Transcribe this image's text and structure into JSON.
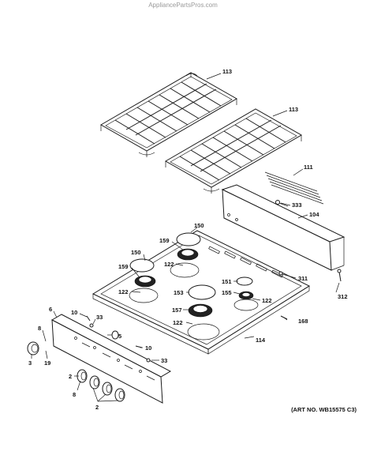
{
  "header": {
    "watermark": "AppliancePartsPros.com"
  },
  "footer": {
    "art_number": "(ART NO. WB15575 C3)"
  },
  "callouts": [
    {
      "id": "c113a",
      "label": "113"
    },
    {
      "id": "c113b",
      "label": "113"
    },
    {
      "id": "c111",
      "label": "111"
    },
    {
      "id": "c333",
      "label": "333"
    },
    {
      "id": "c104",
      "label": "104"
    },
    {
      "id": "c150a",
      "label": "150"
    },
    {
      "id": "c159a",
      "label": "159"
    },
    {
      "id": "c150b",
      "label": "150"
    },
    {
      "id": "c122a",
      "label": "122"
    },
    {
      "id": "c159b",
      "label": "159"
    },
    {
      "id": "c311",
      "label": "311"
    },
    {
      "id": "c151",
      "label": "151"
    },
    {
      "id": "c312",
      "label": "312"
    },
    {
      "id": "c122b",
      "label": "122"
    },
    {
      "id": "c153",
      "label": "153"
    },
    {
      "id": "c155",
      "label": "155"
    },
    {
      "id": "c122c",
      "label": "122"
    },
    {
      "id": "c6",
      "label": "6"
    },
    {
      "id": "c10a",
      "label": "10"
    },
    {
      "id": "c33a",
      "label": "33"
    },
    {
      "id": "c157",
      "label": "157"
    },
    {
      "id": "c168",
      "label": "168"
    },
    {
      "id": "c122d",
      "label": "122"
    },
    {
      "id": "c8a",
      "label": "8"
    },
    {
      "id": "c5",
      "label": "5"
    },
    {
      "id": "c114",
      "label": "114"
    },
    {
      "id": "c10b",
      "label": "10"
    },
    {
      "id": "c3",
      "label": "3"
    },
    {
      "id": "c19",
      "label": "19"
    },
    {
      "id": "c33b",
      "label": "33"
    },
    {
      "id": "c2a",
      "label": "2"
    },
    {
      "id": "c8b",
      "label": "8"
    },
    {
      "id": "c2b",
      "label": "2"
    }
  ]
}
